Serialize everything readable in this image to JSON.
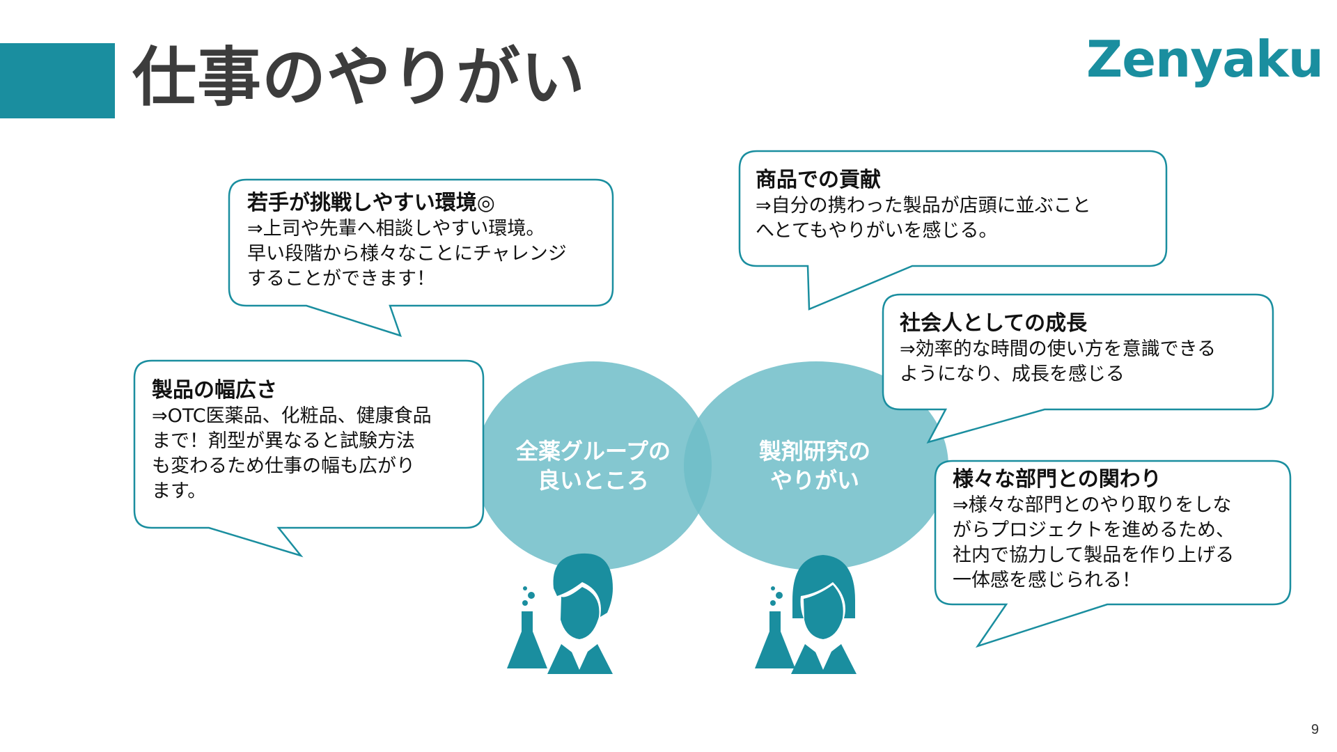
{
  "header": {
    "title": "仕事のやりがい",
    "logo": "Zenyaku"
  },
  "colors": {
    "accent": "#1a8e9f",
    "circle_fill": "#6fbdc8",
    "overlap_fill": "#4aa9b5",
    "bubble_stroke": "#1a8e9f"
  },
  "circles": {
    "left": {
      "lines": [
        "全薬グループの",
        "良いところ"
      ]
    },
    "right": {
      "lines": [
        "製剤研究の",
        "やりがい"
      ]
    }
  },
  "icons": {
    "left_person": "male-researcher-flask-icon",
    "right_person": "female-researcher-flask-icon"
  },
  "bubbles": [
    {
      "heading": "若手が挑戦しやすい環境◎",
      "lines": [
        "⇒上司や先輩へ相談しやすい環境。",
        "早い段階から様々なことにチャレンジ",
        "することができます！"
      ]
    },
    {
      "heading": "製品の幅広さ",
      "lines": [
        "⇒OTC医薬品、化粧品、健康食品",
        "まで！剤型が異なると試験方法",
        "も変わるため仕事の幅も広がり",
        "ます。"
      ]
    },
    {
      "heading": "商品での貢献",
      "lines": [
        "⇒自分の携わった製品が店頭に並ぶこと",
        "へとてもやりがいを感じる。"
      ]
    },
    {
      "heading": "社会人としての成長",
      "lines": [
        "⇒効率的な時間の使い方を意識できる",
        "ようになり、成長を感じる"
      ]
    },
    {
      "heading": "様々な部門との関わり",
      "lines": [
        "⇒様々な部門とのやり取りをしな",
        "がらプロジェクトを進めるため、",
        "社内で協力して製品を作り上げる",
        "一体感を感じられる！"
      ]
    }
  ],
  "footer": {
    "page_number": "9"
  }
}
